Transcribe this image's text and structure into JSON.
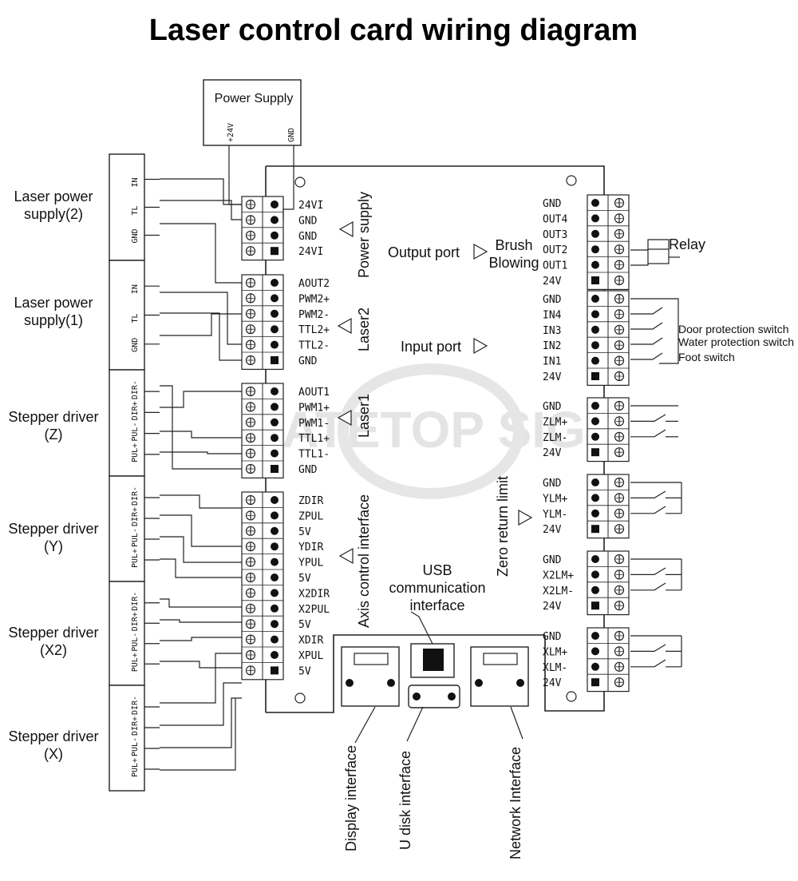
{
  "title": "Laser control card wiring diagram",
  "watermark": "MATETOP SIGN",
  "power_supply": {
    "label": "Power Supply",
    "pins": [
      "+24V",
      "GND"
    ]
  },
  "left_devices": [
    {
      "id": "lps2",
      "name": "Laser power\nsupply(2)",
      "pins": [
        "IN",
        "TL",
        "GND"
      ]
    },
    {
      "id": "lps1",
      "name": "Laser power\nsupply(1)",
      "pins": [
        "IN",
        "TL",
        "GND"
      ]
    },
    {
      "id": "sdz",
      "name": "Stepper driver\n(Z)",
      "pins": [
        "DIR-",
        "DIR+",
        "PUL-",
        "PUL+"
      ]
    },
    {
      "id": "sdy",
      "name": "Stepper driver\n(Y)",
      "pins": [
        "DIR-",
        "DIR+",
        "PUL-",
        "PUL+"
      ]
    },
    {
      "id": "sdx2",
      "name": "Stepper driver\n(X2)",
      "pins": [
        "DIR-",
        "DIR+",
        "PUL-",
        "PUL+"
      ]
    },
    {
      "id": "sdx",
      "name": "Stepper driver\n(X)",
      "pins": [
        "DIR-",
        "DIR+",
        "PUL-",
        "PUL+"
      ]
    }
  ],
  "left_groups": [
    {
      "section": "Power supply",
      "pins": [
        "24VI",
        "GND",
        "GND",
        "24VI"
      ]
    },
    {
      "section": "Laser2",
      "pins": [
        "AOUT2",
        "PWM2+",
        "PWM2-",
        "TTL2+",
        "TTL2-",
        "GND"
      ]
    },
    {
      "section": "Laser1",
      "pins": [
        "AOUT1",
        "PWM1+",
        "PWM1-",
        "TTL1+",
        "TTL1-",
        "GND"
      ]
    },
    {
      "section": "Axis control interface",
      "pins": [
        "ZDIR",
        "ZPUL",
        "5V",
        "YDIR",
        "YPUL",
        "5V",
        "X2DIR",
        "X2PUL",
        "5V",
        "XDIR",
        "XPUL",
        "5V"
      ]
    }
  ],
  "right_groups": [
    {
      "section": "Output port",
      "pins": [
        "GND",
        "OUT4",
        "OUT3",
        "OUT2",
        "OUT1",
        "24V"
      ]
    },
    {
      "section": "Input port",
      "pins": [
        "GND",
        "IN4",
        "IN3",
        "IN2",
        "IN1",
        "24V"
      ]
    },
    {
      "section": "Zero return limit",
      "pins": [
        "GND",
        "ZLM+",
        "ZLM-",
        "24V"
      ]
    },
    {
      "section": "",
      "pins": [
        "GND",
        "YLM+",
        "YLM-",
        "24V"
      ]
    },
    {
      "section": "",
      "pins": [
        "GND",
        "X2LM+",
        "X2LM-",
        "24V"
      ]
    },
    {
      "section": "",
      "pins": [
        "GND",
        "XLM+",
        "XLM-",
        "24V"
      ]
    }
  ],
  "labels": {
    "brush_blowing": "Brush\nBlowing",
    "relay": "Relay",
    "door_switch": "Door protection switch",
    "water_switch": "Water protection switch",
    "foot_switch": "Foot switch",
    "usb": "USB\ncommunication\ninterface",
    "display": "Display interface",
    "udisk": "U disk interface",
    "network": "Network Interface"
  }
}
